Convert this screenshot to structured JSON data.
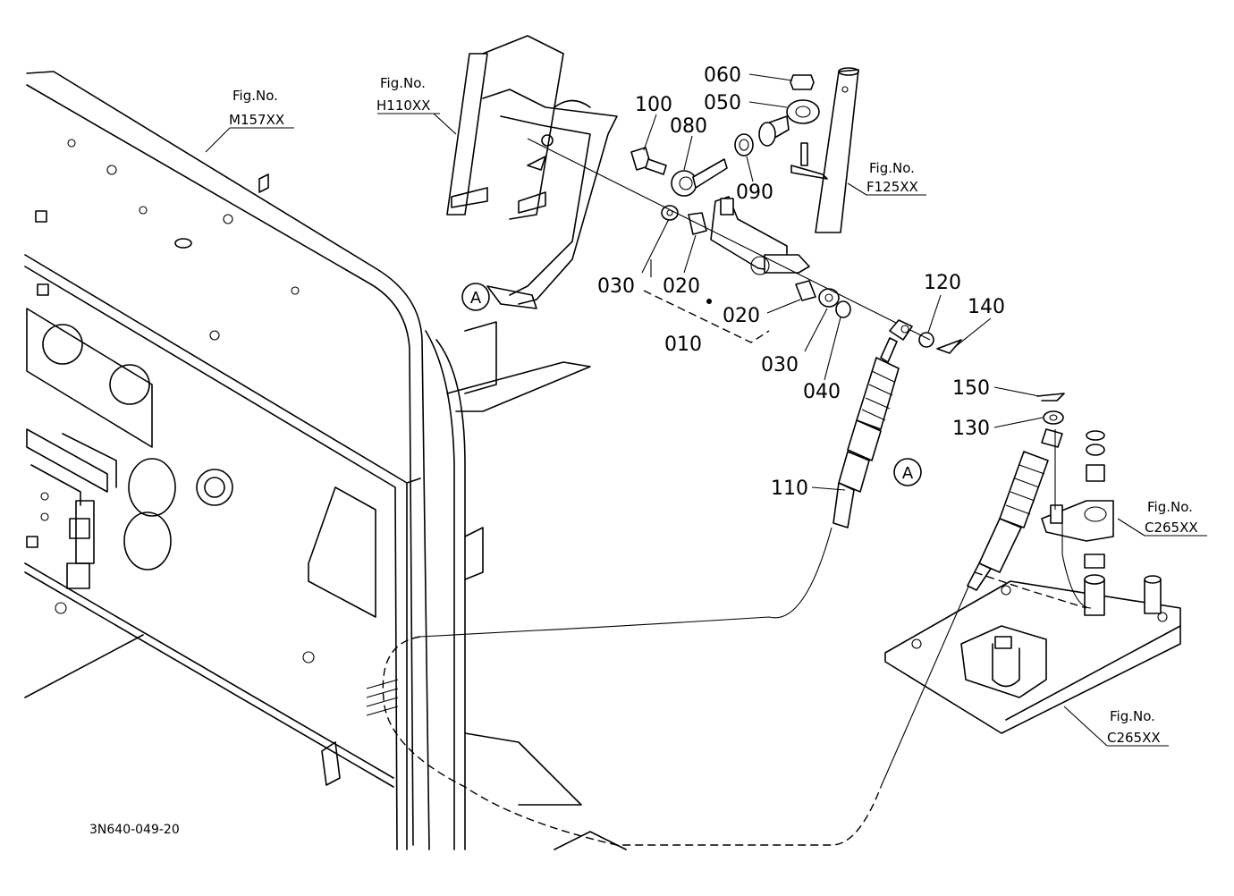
{
  "drawing_code": "3N640-049-20",
  "figure_refs": [
    {
      "id": "m157",
      "prefix": "Fig.No.",
      "code": "M157XX"
    },
    {
      "id": "h110",
      "prefix": "Fig.No.",
      "code": "H110XX"
    },
    {
      "id": "f125",
      "prefix": "Fig.No.",
      "code": "F125XX"
    },
    {
      "id": "c265a",
      "prefix": "Fig.No.",
      "code": "C265XX"
    },
    {
      "id": "c265b",
      "prefix": "Fig.No.",
      "code": "C265XX"
    }
  ],
  "parts": [
    "010",
    "020",
    "020",
    "030",
    "030",
    "040",
    "050",
    "060",
    "080",
    "090",
    "100",
    "110",
    "120",
    "130",
    "140",
    "150"
  ],
  "callouts": [
    "A",
    "A"
  ]
}
